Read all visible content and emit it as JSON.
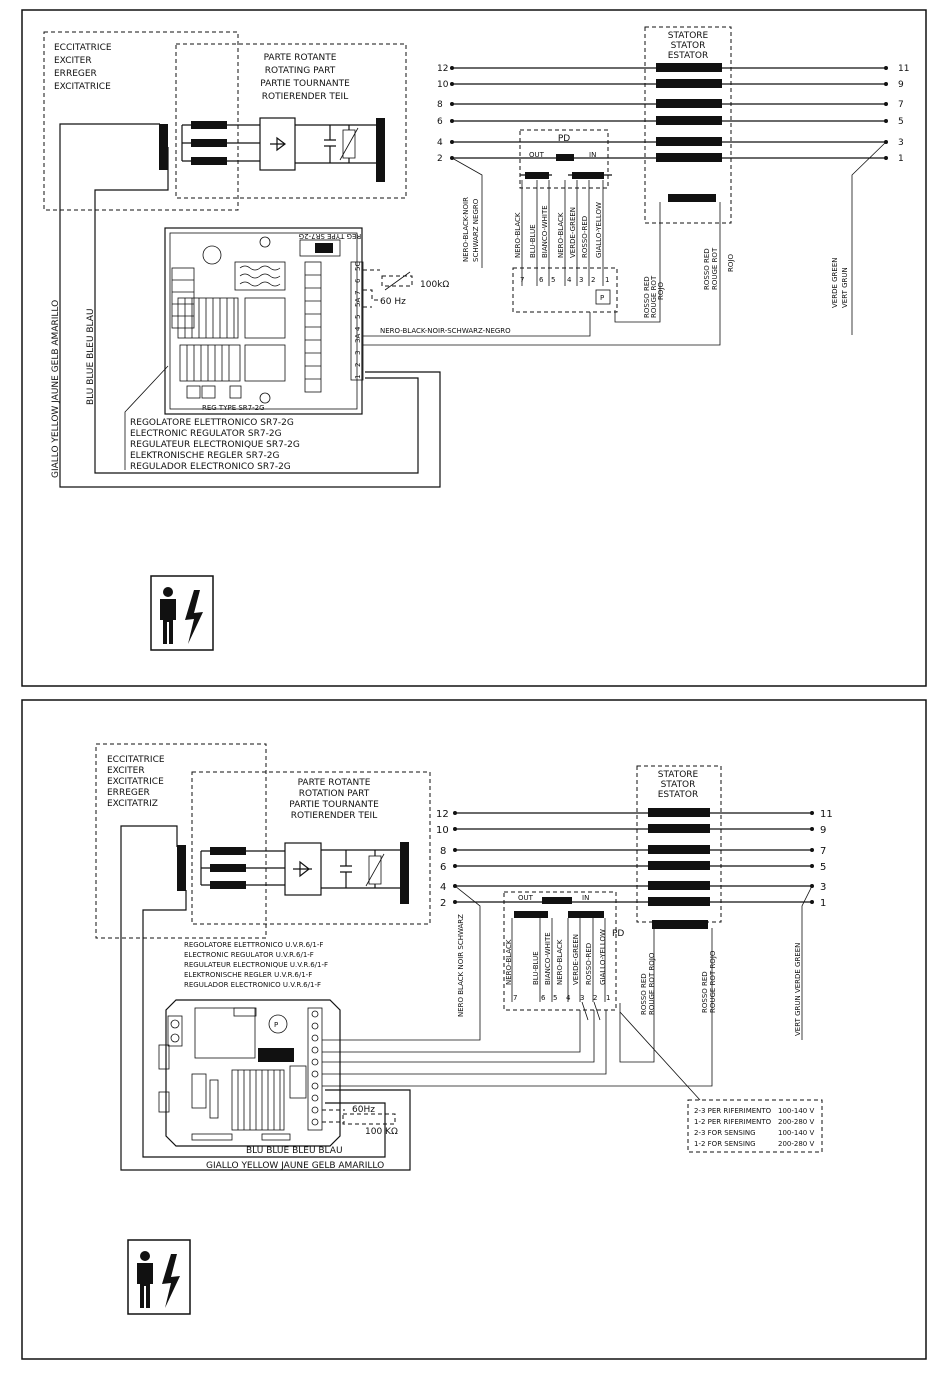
{
  "panel1": {
    "exciter_labels": [
      "ECCITATRICE",
      "EXCITER",
      "ERREGER",
      "EXCITATRICE"
    ],
    "rotating_labels": [
      "PARTE ROTANTE",
      "ROTATING PART",
      "PARTIE TOURNANTE",
      "ROTIERENDER TEIL"
    ],
    "stator_labels": [
      "STATORE",
      "STATOR",
      "ESTATOR"
    ],
    "terminals_left": [
      "12",
      "10",
      "8",
      "6",
      "4",
      "2"
    ],
    "terminals_right": [
      "11",
      "9",
      "7",
      "5",
      "3",
      "1"
    ],
    "pd": {
      "label": "PD",
      "out": "OUT",
      "in": "IN",
      "p": "P"
    },
    "pd_wires": [
      "NERO-BLACK",
      "BLU-BLUE",
      "BIANCO-WHITE",
      "NERO-BLACK",
      "VERDE-GREEN",
      "ROSSO-RED",
      "GIALLO-YELLOW"
    ],
    "pd_pins": [
      "7",
      "6",
      "5",
      "4",
      "3",
      "2",
      "1"
    ],
    "nero_black_noir": [
      "NERO-BLACK-NOIR",
      "SCHWARZ NEGRO"
    ],
    "rosso_red_1": [
      "ROSSO RED",
      "ROUGE ROT",
      "ROJO"
    ],
    "rosso_red_2": [
      "ROSSO RED",
      "ROUGE ROT",
      "ROJO"
    ],
    "verde_green": [
      "VERDE GREEN",
      "VERT GRUN"
    ],
    "giallo_vertical": "GIALLO YELLOW JAUNE GELB AMARILLO",
    "blu_vertical": "BLU BLUE BLEU BLAU",
    "resistor_label": "100kΩ",
    "freq_label": "60 Hz",
    "nero_long": "NERO-BLACK-NOIR-SCHWARZ-NEGRO",
    "regulator_header": "REG TYPE SR7-2G",
    "regulator_footer": "REG TYPE SR7-2G",
    "regulator_terminals": [
      "5C",
      "6",
      "7",
      "5A",
      "5",
      "4",
      "3A",
      "3",
      "2",
      "1"
    ],
    "regulator_labels": [
      "REGOLATORE ELETTRONICO SR7-2G",
      "ELECTRONIC REGULATOR SR7-2G",
      "REGULATEUR ELECTRONIQUE SR7-2G",
      "ELEKTRONISCHE REGLER SR7-2G",
      "REGULADOR ELECTRONICO SR7-2G"
    ]
  },
  "panel2": {
    "exciter_labels": [
      "ECCITATRICE",
      "EXCITER",
      "EXCITATRICE",
      "ERREGER",
      "EXCITATRIZ"
    ],
    "rotating_labels": [
      "PARTE ROTANTE",
      "ROTATION PART",
      "PARTIE TOURNANTE",
      "ROTIERENDER TEIL"
    ],
    "stator_labels": [
      "STATORE",
      "STATOR",
      "ESTATOR"
    ],
    "terminals_left": [
      "12",
      "10",
      "8",
      "6",
      "4",
      "2"
    ],
    "terminals_right": [
      "11",
      "9",
      "7",
      "5",
      "3",
      "1"
    ],
    "pd": {
      "label": "PD",
      "out": "OUT",
      "in": "IN",
      "p": "P"
    },
    "pd_wires": [
      "NERO-BLACK",
      "BLU-BLUE",
      "BIANCO-WHITE",
      "NERO-BLACK",
      "VERDE-GREEN",
      "ROSSO-RED",
      "GIALLO-YELLOW"
    ],
    "pd_pins": [
      "7",
      "6",
      "5",
      "4",
      "3",
      "2",
      "1"
    ],
    "nero_black_noir": "NERO BLACK NOIR SCHWARZ",
    "rosso_red_1": [
      "ROSSO RED",
      "ROUGE ROT ROJO"
    ],
    "rosso_red_2": [
      "ROSSO RED",
      "ROUGE ROT ROJO"
    ],
    "verde_green": "VERT GRUN VERDE GREEN",
    "regulator_labels": [
      "REGOLATORE ELETTRONICO U.V.R.6/1-F",
      "ELECTRONIC REGULATOR U.V.R.6/1-F",
      "REGULATEUR ELECTRONIQUE U.V.R.6/1-F",
      "ELEKTRONISCHE REGLER U.V.R.6/1-F",
      "REGULADOR ELECTRONICO U.V.R.6/1-F"
    ],
    "freq_label": "60Hz",
    "resistor_label": "100 KΩ",
    "blu_label": "BLU BLUE BLEU BLAU",
    "giallo_label": "GIALLO YELLOW JAUNE GELB AMARILLO",
    "legend": [
      {
        "conn": "2-3 PER RIFERIMENTO",
        "range": "100-140 V"
      },
      {
        "conn": "1-2 PER RIFERIMENTO",
        "range": "200-280 V"
      },
      {
        "conn": "2-3 FOR SENSING",
        "range": "100-140 V"
      },
      {
        "conn": "1-2 FOR SENSING",
        "range": "200-280 V"
      }
    ]
  }
}
